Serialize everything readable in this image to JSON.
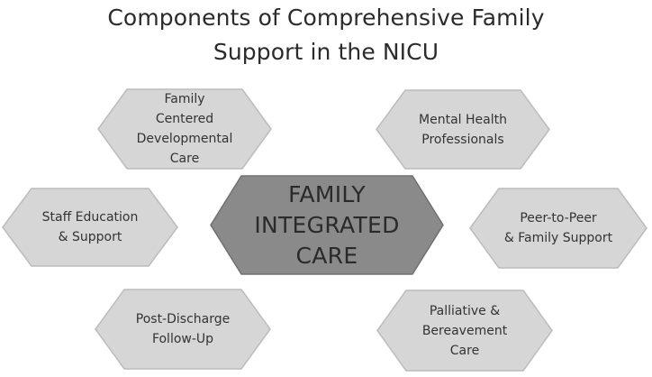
{
  "title": {
    "line1": "Components of Comprehensive Family",
    "line2": "Support in the NICU"
  },
  "colors": {
    "outer_fill": "#d6d6d6",
    "outer_stroke": "#bcbcbc",
    "center_fill": "#8a8a8a",
    "center_stroke": "#707070",
    "text": "#333333"
  },
  "center": {
    "lines": [
      "FAMILY",
      "INTEGRATED",
      "CARE"
    ]
  },
  "components": {
    "family_centered": [
      "Family",
      "Centered",
      "Developmental",
      "Care"
    ],
    "mental_health": [
      "Mental Health",
      "Professionals"
    ],
    "staff_education": [
      "Staff Education",
      "& Support"
    ],
    "peer_to_peer": [
      "Peer-to-Peer",
      "& Family Support"
    ],
    "post_discharge": [
      "Post-Discharge",
      "Follow-Up"
    ],
    "palliative": [
      "Palliative &",
      "Bereavement",
      "Care"
    ]
  }
}
